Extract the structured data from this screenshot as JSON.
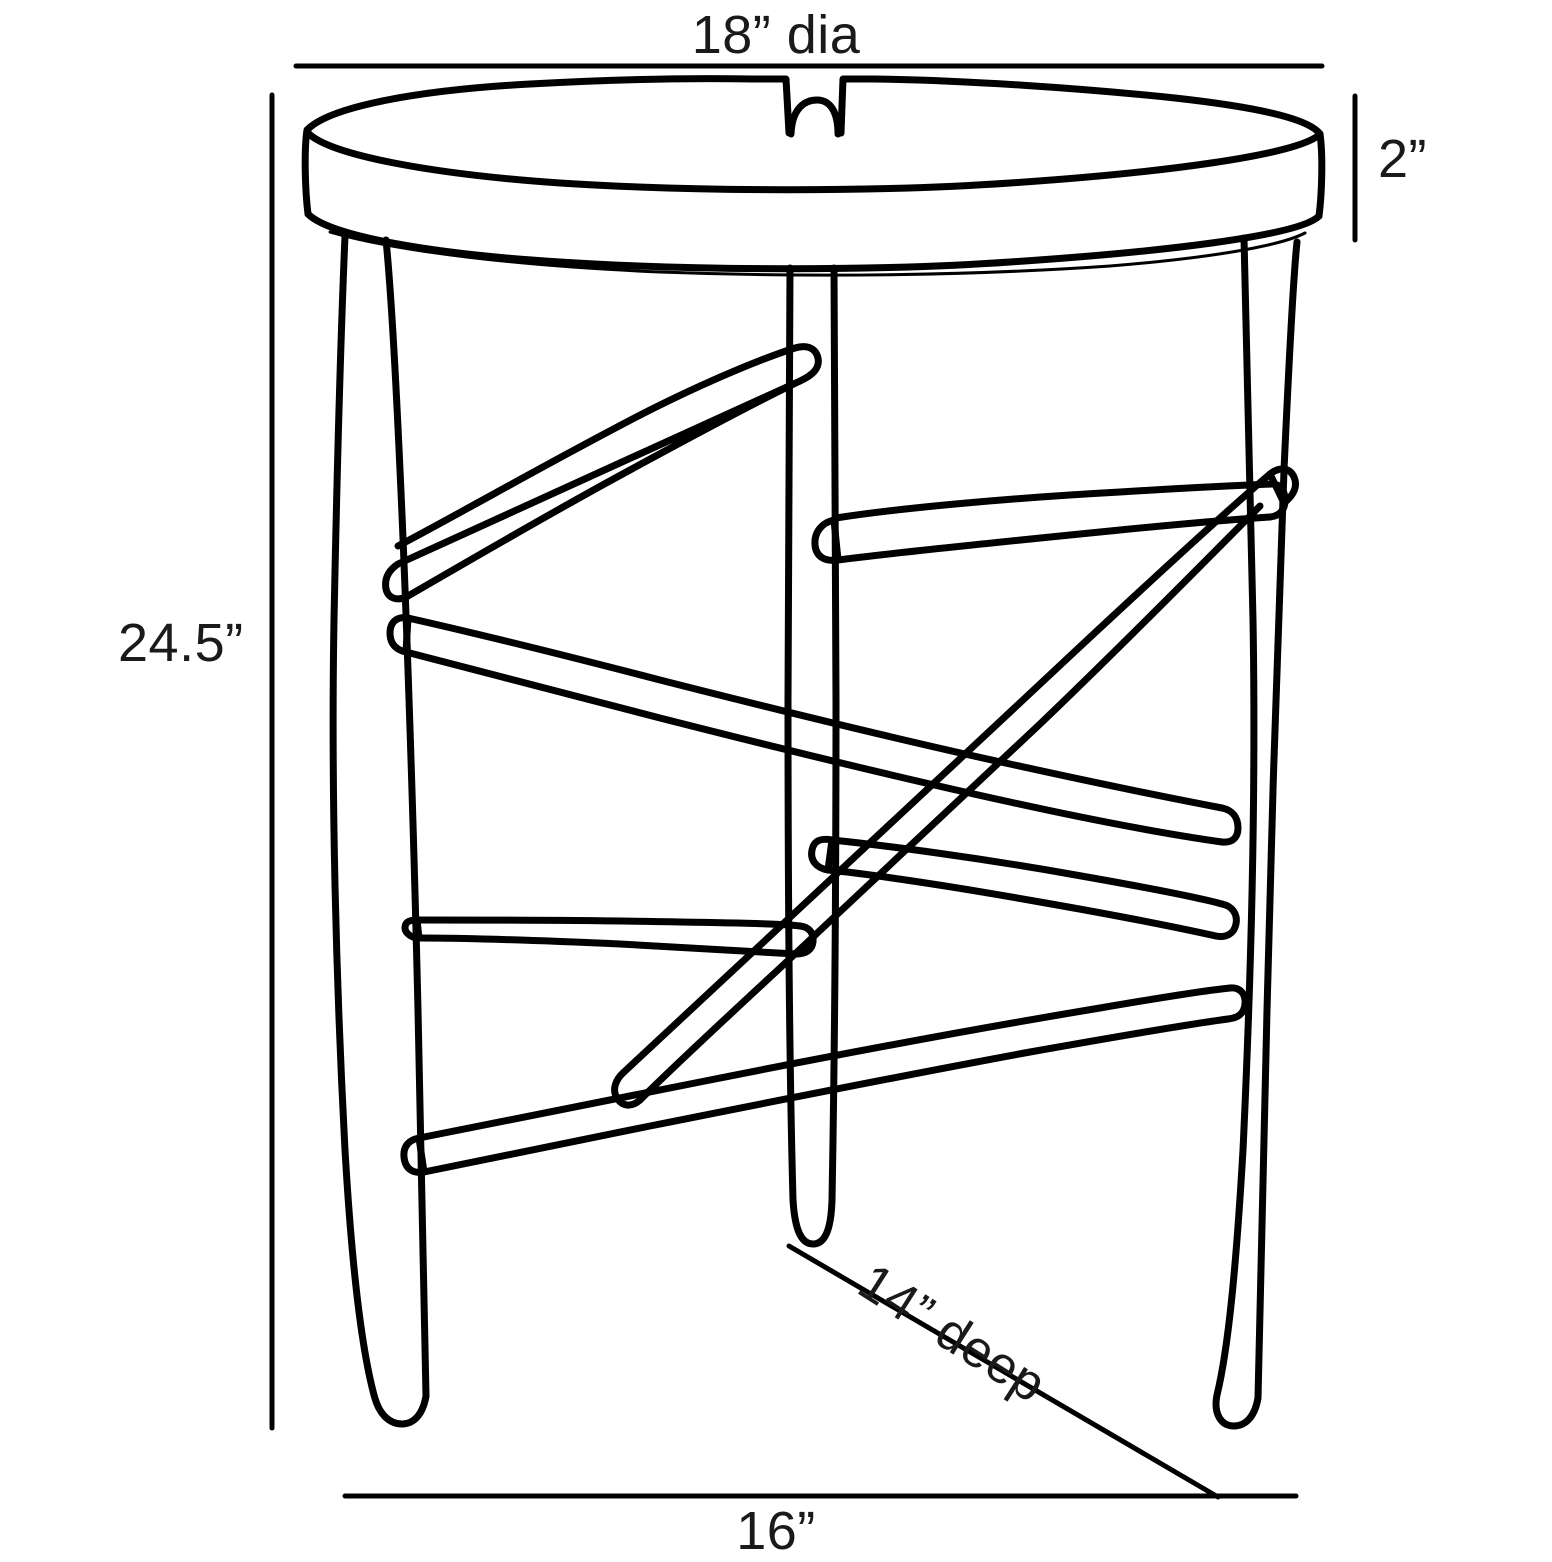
{
  "drawing": {
    "subject": "round tray-top side table with three tapered legs and crossed stretchers",
    "view": "front elevation line drawing",
    "line_color": "#000000",
    "background_color": "#ffffff"
  },
  "dimensions": {
    "diameter": {
      "label": "18” dia",
      "value": 18,
      "unit": "in",
      "position": "top",
      "line": "horizontal"
    },
    "top_thickness": {
      "label": "2”",
      "value": 2,
      "unit": "in",
      "position": "right",
      "line": "vertical"
    },
    "overall_height": {
      "label": "24.5”",
      "value": 24.5,
      "unit": "in",
      "position": "left",
      "line": "vertical"
    },
    "base_width": {
      "label": "16”",
      "value": 16,
      "unit": "in",
      "position": "bottom",
      "line": "horizontal"
    },
    "depth": {
      "label": "14” deep",
      "value": 14,
      "unit": "in",
      "position": "lower-right-diagonal",
      "line": "diagonal"
    }
  }
}
